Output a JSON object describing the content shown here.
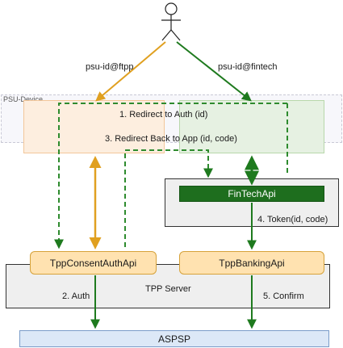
{
  "regions": {
    "psu_device": "PSU-Device",
    "tpp_server": "TPP Server"
  },
  "actor": {
    "name": "user-figure"
  },
  "nodes": {
    "fintech_api": "FinTechApi",
    "tpp_consent_auth_api": "TppConsentAuthApi",
    "tpp_banking_api": "TppBankingApi",
    "aspsp": "ASPSP"
  },
  "edges": {
    "psu_ftpp": "psu-id@ftpp",
    "psu_fintech": "psu-id@fintech",
    "step1": "1. Redirect to Auth (id)",
    "step3": "3. Redirect Back to App (id, code)",
    "step4": "4. Token(id, code)",
    "step2": "2. Auth",
    "step5": "5. Confirm"
  },
  "colors": {
    "orange": "#e0a020",
    "green": "#1e7a1e",
    "green_dashed": "#2e8b2e"
  }
}
